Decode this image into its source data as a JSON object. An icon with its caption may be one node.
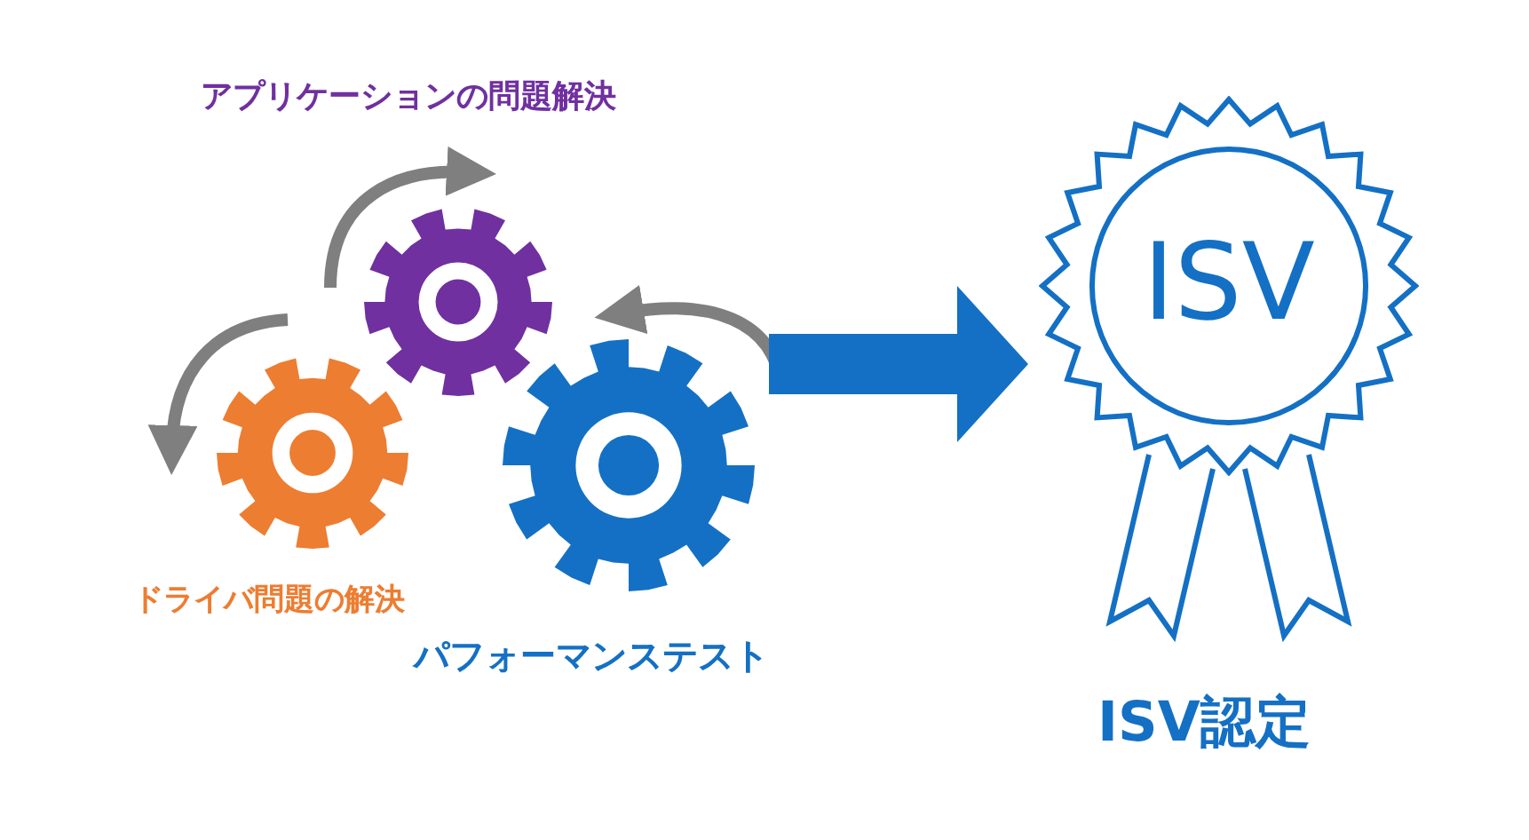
{
  "diagram": {
    "nodes": [
      {
        "text": [],
        "shape": "gear",
        "beside": [
          "アプリケーションの問題解決"
        ]
      },
      {
        "text": [],
        "shape": "gear",
        "beside": [
          "ドライバ問題の解決"
        ]
      },
      {
        "text": [],
        "shape": "gear",
        "beside": [
          "パフォーマンステスト"
        ]
      },
      {
        "text": [
          "ISV"
        ],
        "beside": [
          "ISV認定"
        ]
      }
    ],
    "edges": [
      {
        "from": 2,
        "to": 3,
        "arrow": "to",
        "style": "thick"
      }
    ]
  }
}
